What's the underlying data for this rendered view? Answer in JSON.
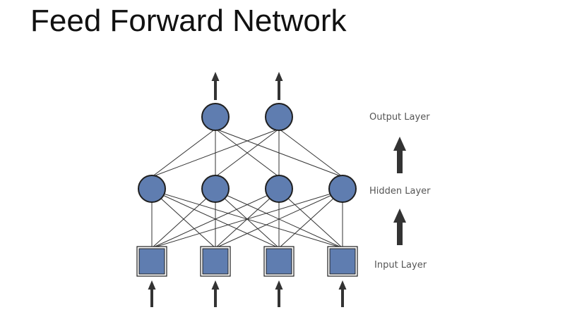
{
  "slide": {
    "title": "Feed Forward Network"
  },
  "diagram": {
    "layers": {
      "output": {
        "label": "Output Layer",
        "node_count": 2,
        "node_shape": "circle"
      },
      "hidden": {
        "label": "Hidden Layer",
        "node_count": 4,
        "node_shape": "circle"
      },
      "input": {
        "label": "Input Layer",
        "node_count": 4,
        "node_shape": "square"
      }
    },
    "connections": "fully-connected between adjacent layers",
    "colors": {
      "node_fill": "#5f7db0",
      "node_stroke": "#1f1f1f",
      "edge": "#333333",
      "arrow": "#333333",
      "label_text": "#555555"
    }
  }
}
